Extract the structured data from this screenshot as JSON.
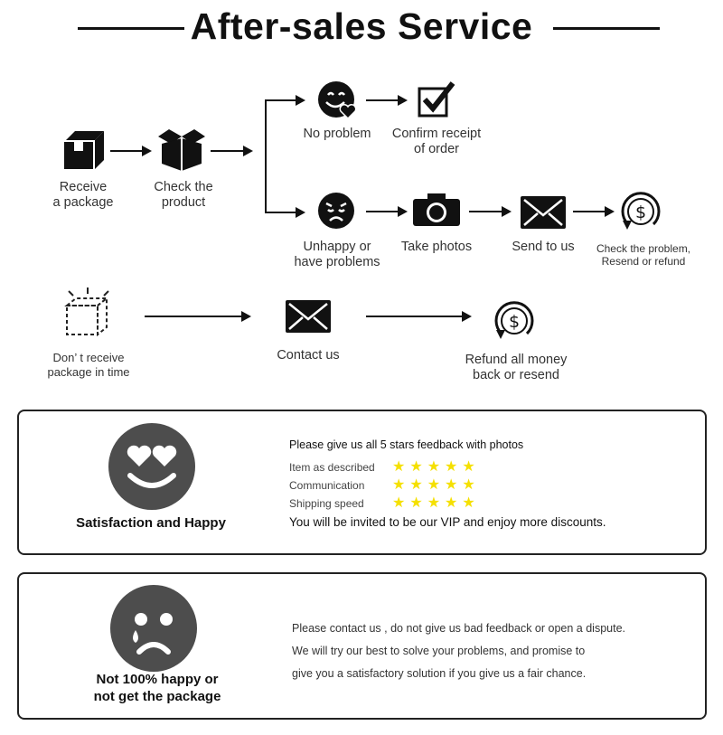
{
  "header": {
    "title": "After-sales Service"
  },
  "flow": {
    "receive": [
      "Receive",
      "a package"
    ],
    "check": [
      "Check the",
      "product"
    ],
    "no_problem": "No problem",
    "confirm": [
      "Confirm receipt",
      "of order"
    ],
    "unhappy": [
      "Unhappy or",
      "have problems"
    ],
    "take_photos": "Take photos",
    "send_to_us": "Send to us",
    "check_problem": [
      "Check the problem,",
      "Resend or refund"
    ]
  },
  "flow2": {
    "dont_receive": [
      "Don’ t receive",
      "package in time"
    ],
    "contact_us": "Contact us",
    "refund": [
      "Refund all money",
      "back or resend"
    ]
  },
  "happy_box": {
    "label": "Satisfaction and Happy",
    "heading": "Please give us all 5 stars feedback with photos",
    "ratings": [
      {
        "label": "Item as described",
        "stars": 5,
        "star_glyphs": "★★★★★"
      },
      {
        "label": "Communication",
        "stars": 5,
        "star_glyphs": "★★★★★"
      },
      {
        "label": "Shipping speed",
        "stars": 5,
        "star_glyphs": "★★★★★"
      }
    ],
    "vip": "You will be invited to be our VIP and enjoy more discounts."
  },
  "sad_box": {
    "label": [
      "Not 100% happy or",
      "not get the package"
    ],
    "lines": [
      "Please contact us , do not give us bad feedback or open a dispute.",
      "We will try our best to solve your problems, and promise to",
      "give you a satisfactory solution if you give us a fair chance."
    ]
  },
  "colors": {
    "ink": "#111111",
    "face": "#4d4d4d",
    "star": "#f5e000"
  }
}
